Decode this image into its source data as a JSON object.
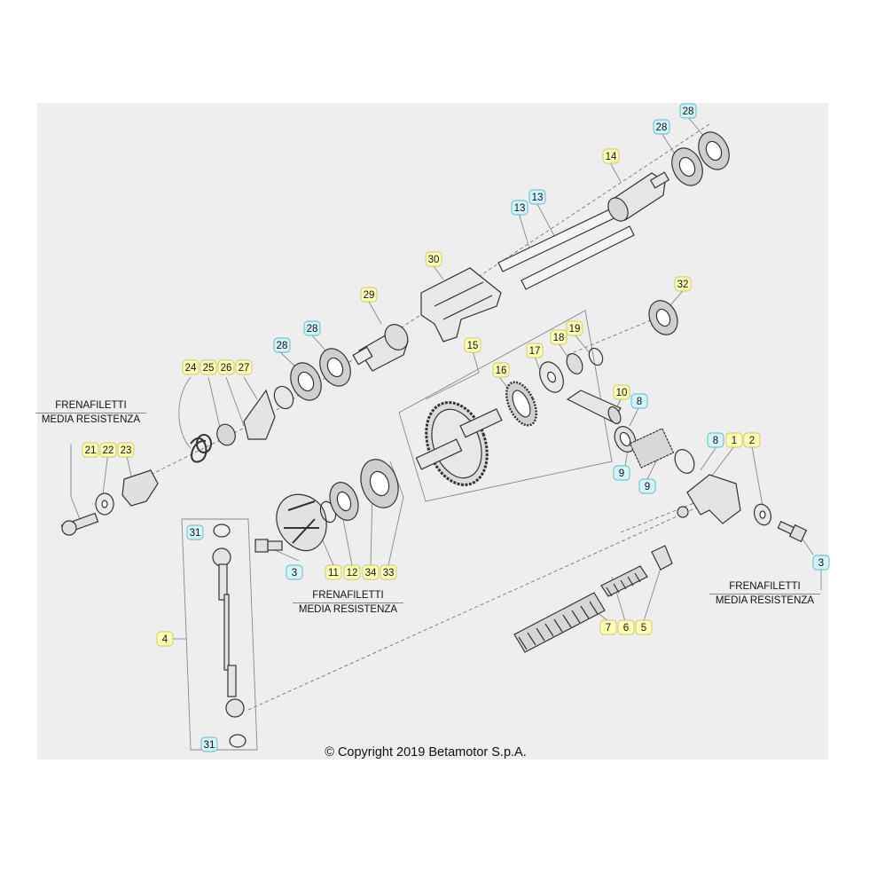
{
  "colors": {
    "callout_yellow": "#ffffb8",
    "callout_cyan": "#d2f4fa",
    "callout_yellow_border": "#c8c860",
    "callout_cyan_border": "#5bb8c8",
    "panel": "#eeeeee",
    "line": "#555555"
  },
  "notes": {
    "note_left": [
      "FRENAFILETTI",
      "MEDIA RESISTENZA"
    ],
    "note_center": [
      "FRENAFILETTI",
      "MEDIA RESISTENZA"
    ],
    "note_right": [
      "FRENAFILETTI",
      "MEDIA RESISTENZA"
    ]
  },
  "callouts": {
    "c1": "28",
    "c2": "28",
    "c3": "14",
    "c4": "13",
    "c5": "13",
    "c6": "30",
    "c7": "29",
    "c8": "28",
    "c9": "28",
    "c10": "32",
    "c11": "15",
    "c12": "16",
    "c13": "17",
    "c14": "18",
    "c15": "19",
    "c16": "24",
    "c17": "25",
    "c18": "26",
    "c19": "27",
    "c20": "21",
    "c21": "22",
    "c22": "23",
    "c23": "10",
    "c24": "8",
    "c25": "8",
    "c26": "1",
    "c27": "2",
    "c28": "9",
    "c29": "9",
    "c30": "31",
    "c31": "3",
    "c32": "11",
    "c33": "12",
    "c34": "34",
    "c35": "33",
    "c36": "3",
    "c37": "4",
    "c38": "7",
    "c39": "6",
    "c40": "5",
    "c41": "31"
  },
  "copyright": "© Copyright 2019 Betamotor S.p.A."
}
